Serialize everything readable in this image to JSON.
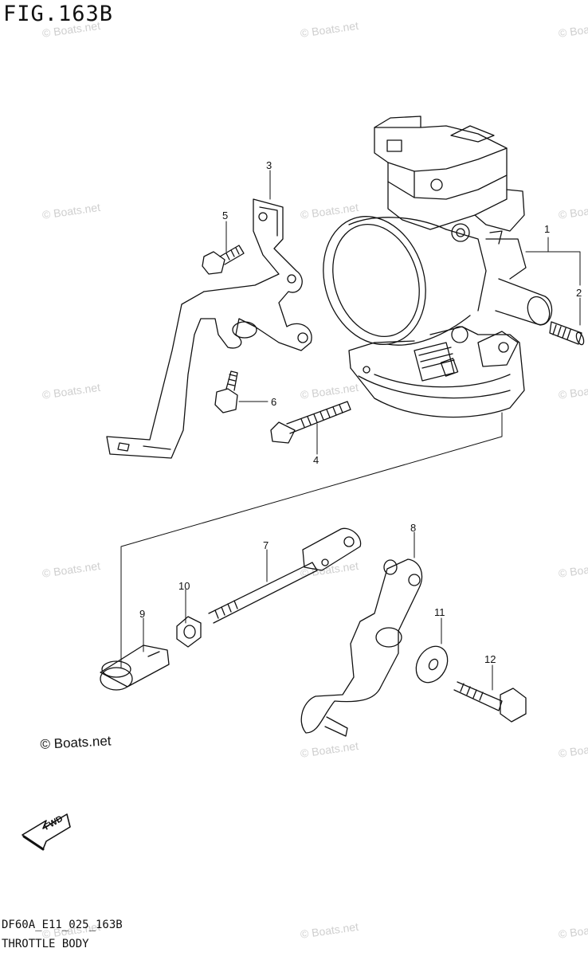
{
  "figure": {
    "title": "FIG.163B",
    "code": "DF60A_E11_025_163B",
    "name": "THROTTLE BODY"
  },
  "copyright": "© Boats.net",
  "watermark": "© Boats.net",
  "fwd_label": "FWD",
  "callouts": [
    "1",
    "2",
    "3",
    "4",
    "5",
    "6",
    "7",
    "8",
    "9",
    "10",
    "11",
    "12"
  ]
}
